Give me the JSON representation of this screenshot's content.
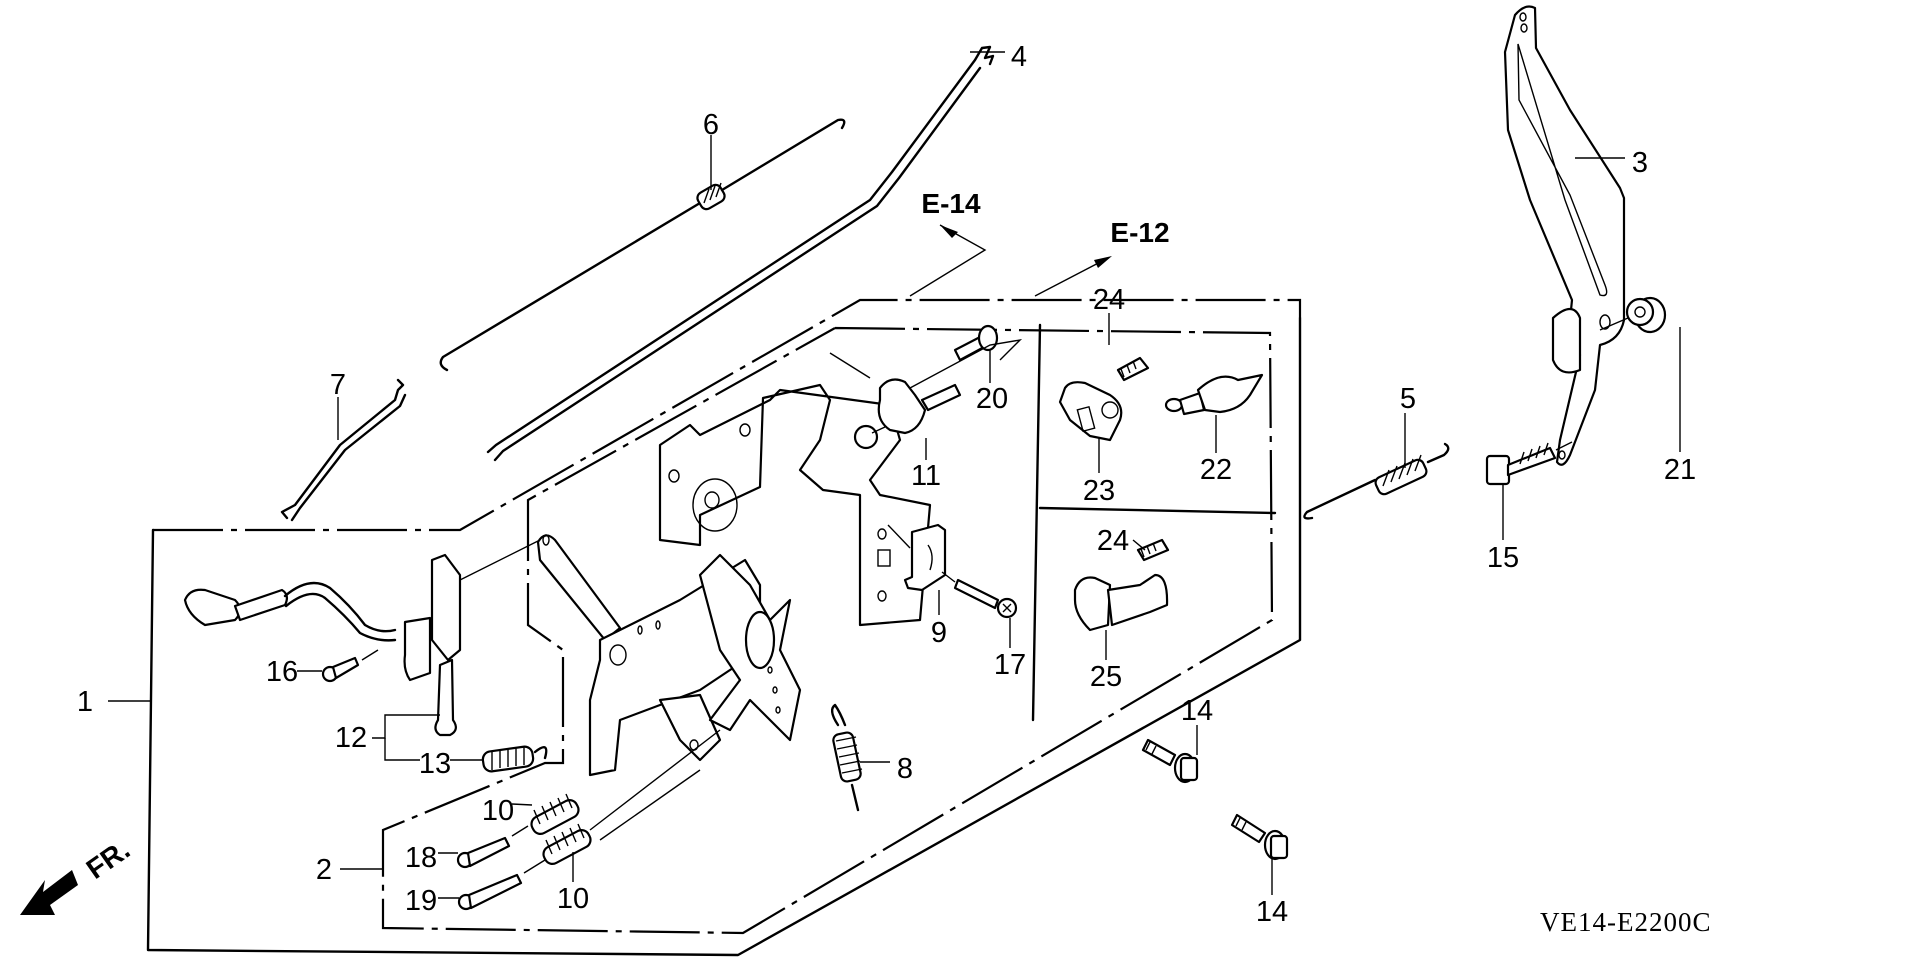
{
  "diagram": {
    "title_code": "VE14-E2200C",
    "direction_marker": "FR.",
    "references": [
      {
        "id": "ref-e14",
        "text": "E-14"
      },
      {
        "id": "ref-e12",
        "text": "E-12"
      }
    ],
    "callouts": [
      {
        "id": "c1",
        "text": "1"
      },
      {
        "id": "c2",
        "text": "2"
      },
      {
        "id": "c3",
        "text": "3"
      },
      {
        "id": "c4",
        "text": "4"
      },
      {
        "id": "c5",
        "text": "5"
      },
      {
        "id": "c6",
        "text": "6"
      },
      {
        "id": "c7",
        "text": "7"
      },
      {
        "id": "c8",
        "text": "8"
      },
      {
        "id": "c9",
        "text": "9"
      },
      {
        "id": "c10a",
        "text": "10"
      },
      {
        "id": "c10b",
        "text": "10"
      },
      {
        "id": "c11",
        "text": "11"
      },
      {
        "id": "c12",
        "text": "12"
      },
      {
        "id": "c13",
        "text": "13"
      },
      {
        "id": "c14a",
        "text": "14"
      },
      {
        "id": "c14b",
        "text": "14"
      },
      {
        "id": "c15",
        "text": "15"
      },
      {
        "id": "c16",
        "text": "16"
      },
      {
        "id": "c17",
        "text": "17"
      },
      {
        "id": "c18",
        "text": "18"
      },
      {
        "id": "c19",
        "text": "19"
      },
      {
        "id": "c20",
        "text": "20"
      },
      {
        "id": "c21",
        "text": "21"
      },
      {
        "id": "c22",
        "text": "22"
      },
      {
        "id": "c23",
        "text": "23"
      },
      {
        "id": "c24a",
        "text": "24"
      },
      {
        "id": "c24b",
        "text": "24"
      },
      {
        "id": "c25",
        "text": "25"
      }
    ]
  }
}
